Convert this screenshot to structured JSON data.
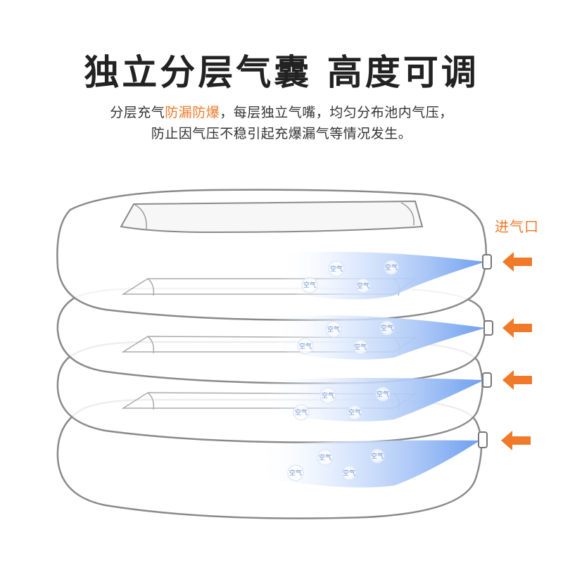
{
  "headline": "独立分层气囊 高度可调",
  "subtitle": {
    "line1_prefix": "分层充气",
    "line1_highlight": "防漏防爆",
    "line1_suffix": "，每层独立气嘴，均匀分布池内气压，",
    "line2": "防止因气压不稳引起充爆漏气等情况发生。"
  },
  "inlet_label": "进气口",
  "air_label": "空气",
  "colors": {
    "accent": "#f07a2a",
    "title": "#222222",
    "text": "#333333",
    "air_blue": "#9fbff2",
    "outline": "#8a8a8a"
  }
}
